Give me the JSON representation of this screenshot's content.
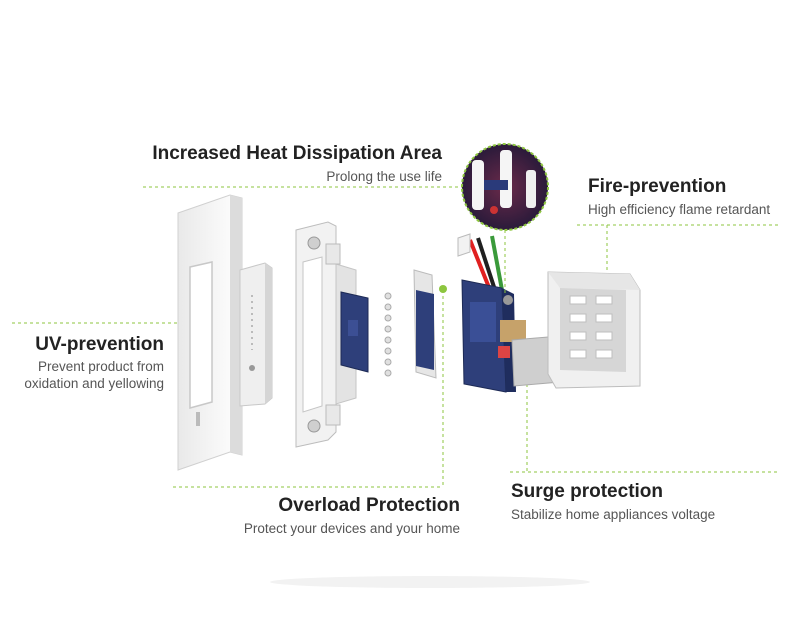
{
  "callouts": {
    "heat": {
      "title": "Increased Heat Dissipation Area",
      "desc": "Prolong the use life"
    },
    "fire": {
      "title": "Fire-prevention",
      "desc": "High efficiency flame retardant"
    },
    "uv": {
      "title": "UV-prevention",
      "desc_line1": "Prevent product from",
      "desc_line2": "oxidation and yellowing"
    },
    "overload": {
      "title": "Overload Protection",
      "desc": "Protect your devices and your home"
    },
    "surge": {
      "title": "Surge protection",
      "desc": "Stabilize home appliances voltage"
    }
  },
  "colors": {
    "accent": "#8dc63f",
    "title": "#222222",
    "desc": "#555555",
    "board": "#2e3f7a"
  }
}
